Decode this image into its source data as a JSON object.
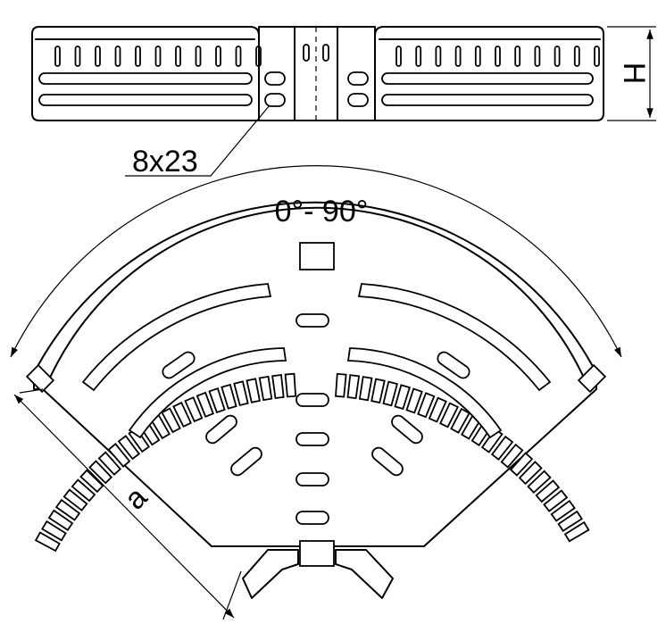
{
  "labels": {
    "height_dim": "H",
    "hole_size": "8x23",
    "angle_range": "0°- 90°",
    "side_length": "a"
  }
}
